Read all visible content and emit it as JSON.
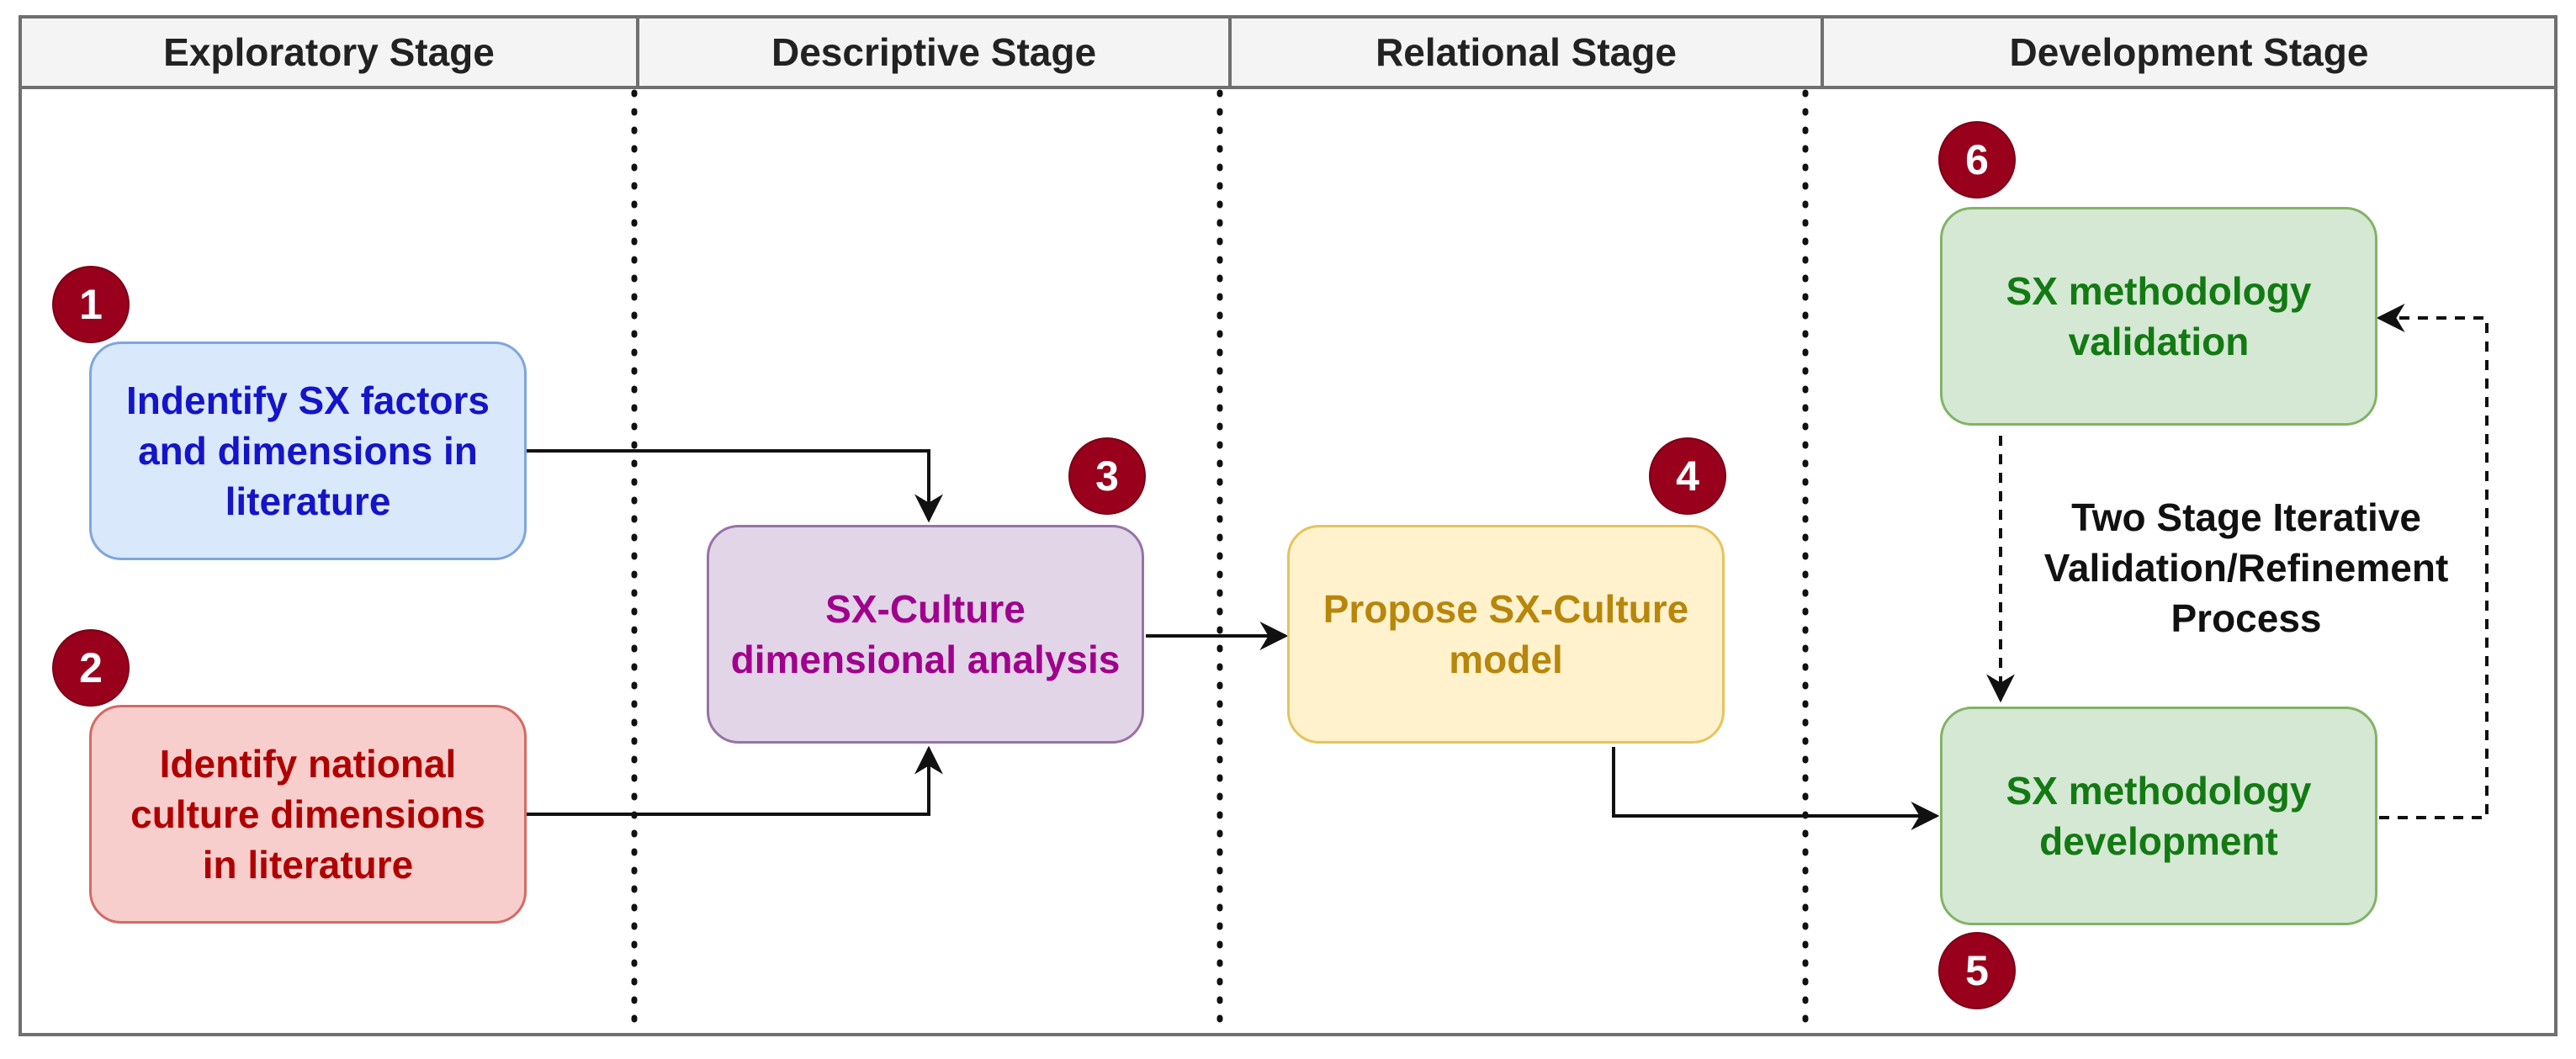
{
  "stages": [
    "Exploratory Stage",
    "Descriptive Stage",
    "Relational Stage",
    "Development Stage"
  ],
  "steps": [
    {
      "number": "1",
      "label": "Indentify SX factors and dimensions in literature",
      "fill": "#dae8fc",
      "stroke": "#7ea6e0",
      "text_color": "#1414c8"
    },
    {
      "number": "2",
      "label": "Identify national culture dimensions in literature",
      "fill": "#f8cecc",
      "stroke": "#d46a62",
      "text_color": "#b00000"
    },
    {
      "number": "3",
      "label": "SX-Culture dimensional analysis",
      "fill": "#e1d5e7",
      "stroke": "#9673a6",
      "text_color": "#a0008c"
    },
    {
      "number": "4",
      "label": "Propose SX-Culture model",
      "fill": "#fff2cc",
      "stroke": "#e6c35c",
      "text_color": "#b8860b"
    },
    {
      "number": "5",
      "label": "SX methodology development",
      "fill": "#d5e8d4",
      "stroke": "#82b366",
      "text_color": "#137a13"
    },
    {
      "number": "6",
      "label": "SX methodology validation",
      "fill": "#d5e8d4",
      "stroke": "#82b366",
      "text_color": "#137a13"
    }
  ],
  "loop_label": "Two Stage Iterative Validation/Refinement Process",
  "colors": {
    "badge": "#98001c",
    "frame": "#6f6f6f",
    "header_bg": "#f4f4f4"
  }
}
